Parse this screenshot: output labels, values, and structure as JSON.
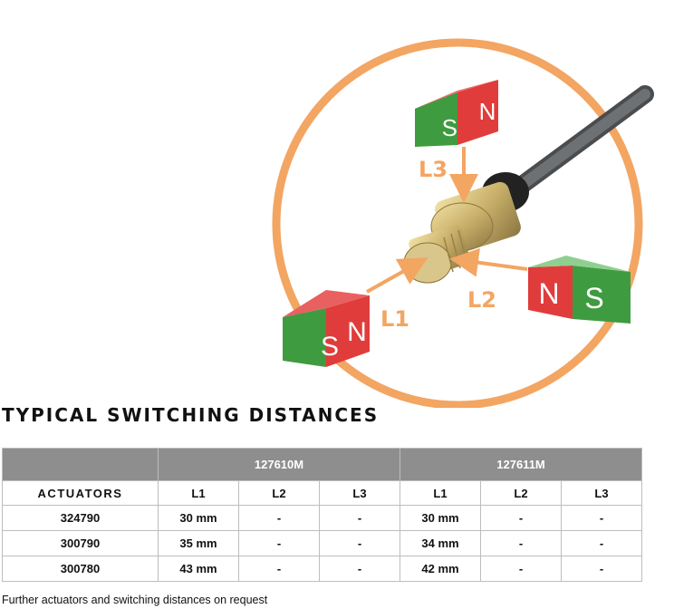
{
  "figure": {
    "labels": {
      "l1": "L1",
      "l2": "L2",
      "l3": "L3"
    },
    "poles": {
      "south": "S",
      "north": "N"
    },
    "colors": {
      "ring": "#f3a562",
      "arrow": "#f3a562",
      "magnet_red": "#e03c3c",
      "magnet_green": "#3f9b3f",
      "cable": "#5e6163",
      "brass": "#c9b06a"
    }
  },
  "section_title": "TYPICAL SWITCHING DISTANCES",
  "table": {
    "models": [
      "127610M",
      "127611M"
    ],
    "actuators_header": "ACTUATORS",
    "subheaders": [
      "L1",
      "L2",
      "L3",
      "L1",
      "L2",
      "L3"
    ],
    "rows": [
      {
        "actuator": "324790",
        "values": [
          "30 mm",
          "-",
          "-",
          "30 mm",
          "-",
          "-"
        ]
      },
      {
        "actuator": "300790",
        "values": [
          "35 mm",
          "-",
          "-",
          "34 mm",
          "-",
          "-"
        ]
      },
      {
        "actuator": "300780",
        "values": [
          "43 mm",
          "-",
          "-",
          "42 mm",
          "-",
          "-"
        ]
      }
    ]
  },
  "footnote": "Further actuators and switching distances on request"
}
